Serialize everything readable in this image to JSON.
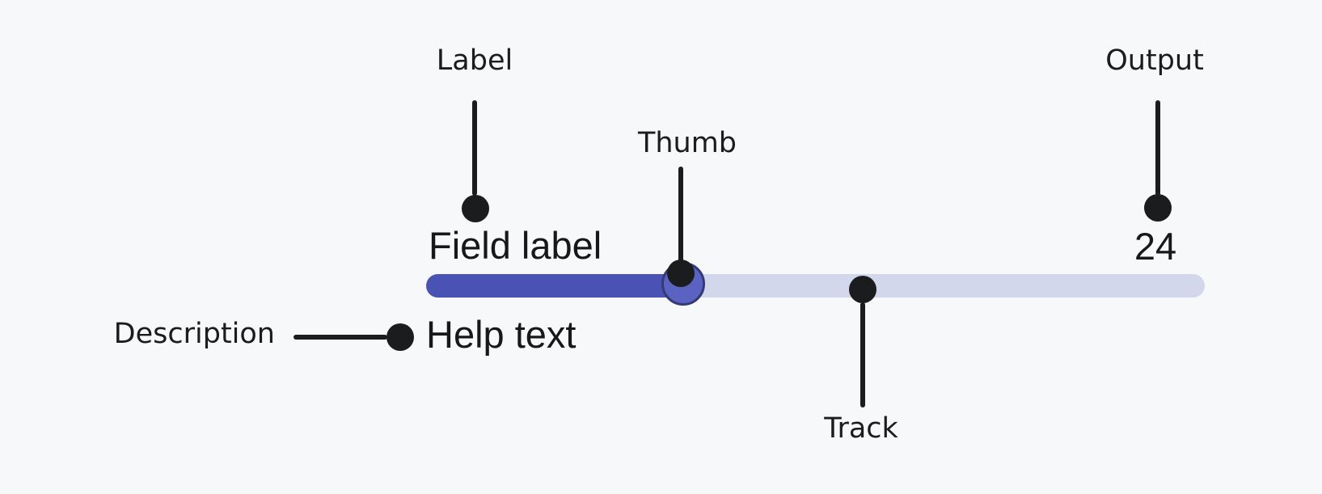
{
  "component": {
    "field_label": "Field label",
    "help_text": "Help text",
    "output_value": "24",
    "slider_value_percent": 34
  },
  "annotations": {
    "label": "Label",
    "thumb": "Thumb",
    "output": "Output",
    "track": "Track",
    "description": "Description"
  },
  "colors": {
    "background": "#f7f8fa",
    "track_fill": "#4a53b4",
    "track_rest": "#d3d7ec",
    "thumb_fill": "#5a63c2",
    "thumb_border": "#343a72",
    "annotation": "#1b1c1e",
    "component_text": "#17181a"
  }
}
